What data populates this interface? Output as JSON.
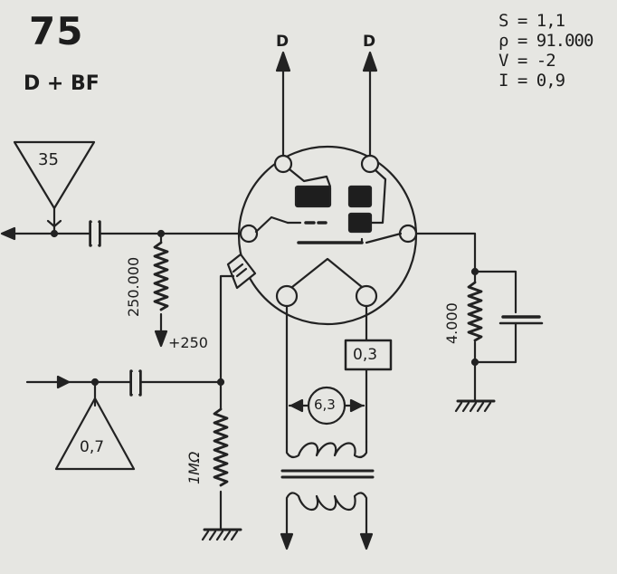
{
  "tube": {
    "number": "75",
    "function": "D + BF"
  },
  "specs": [
    "S = 1,1",
    "ρ = 91.000",
    "V = -2",
    "I = 0,9"
  ],
  "labels": {
    "plate_left": "D",
    "plate_right": "D",
    "input_triangle": "35",
    "second_triangle": "0,7",
    "plate_resistor": "250.000",
    "plate_supply": "+250",
    "grid_resistor": "1MΩ",
    "cathode_resistor": "4.000",
    "filament_current": "0,3",
    "heater_voltage": "6,3"
  }
}
